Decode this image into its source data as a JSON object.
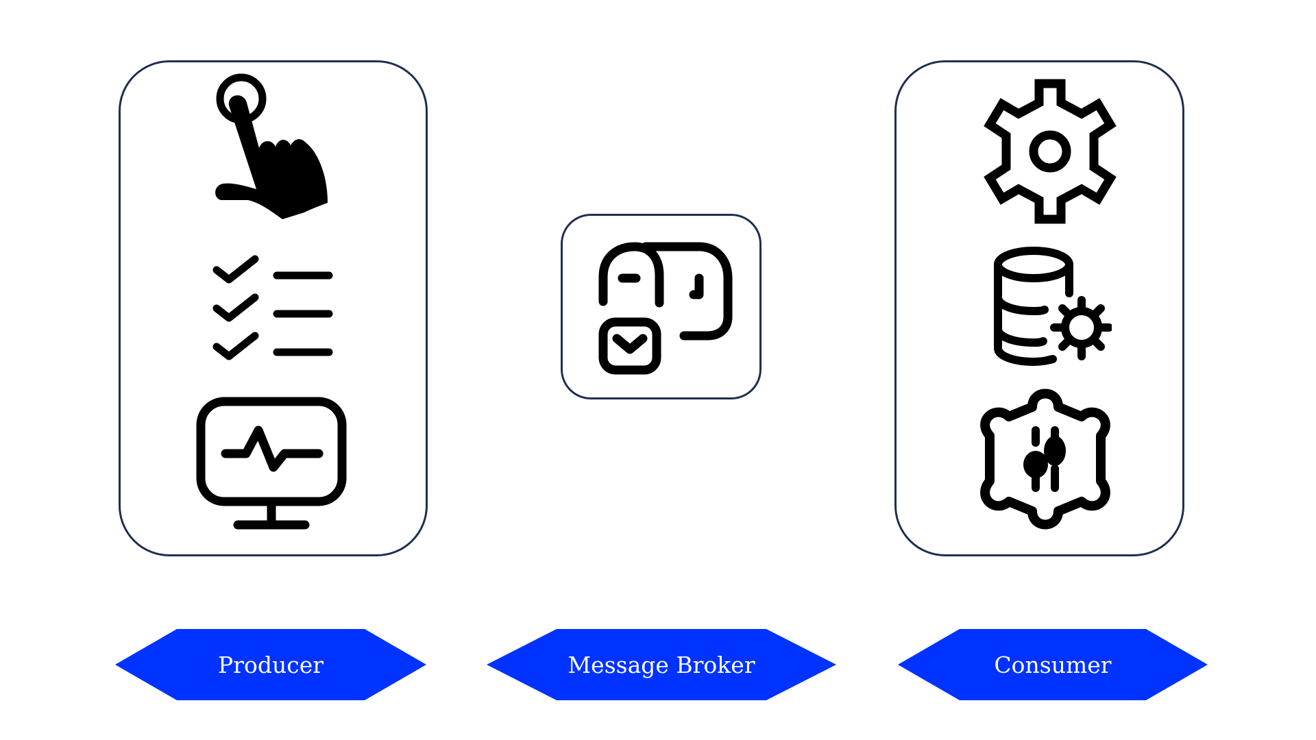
{
  "colors": {
    "box_border": "#1e2f4f",
    "label_fill": "#0033ff",
    "label_text": "#ffffff",
    "icon_fill": "#000000"
  },
  "producer": {
    "label": "Producer",
    "icons": [
      "hand-pointer-icon",
      "checklist-icon",
      "monitor-pulse-icon"
    ]
  },
  "broker": {
    "label": "Message Broker",
    "icons": [
      "message-exchange-icon"
    ]
  },
  "consumer": {
    "label": "Consumer",
    "icons": [
      "gear-icon",
      "database-settings-icon",
      "cog-sliders-icon"
    ]
  }
}
